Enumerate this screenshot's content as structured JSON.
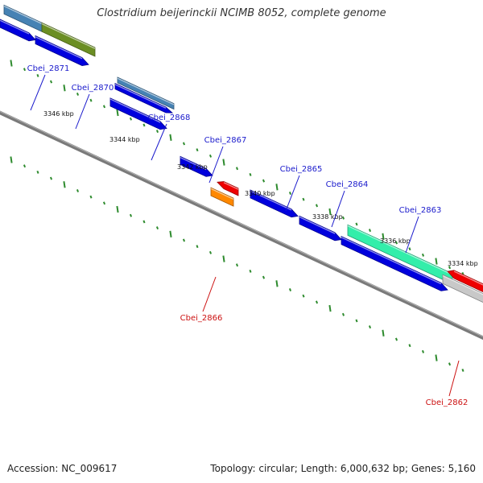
{
  "title": "Clostridium beijerinckii NCIMB 8052, complete genome",
  "accession_label": "Accession: NC_009617",
  "topology_label": "Topology: circular; Length: 6,000,632 bp; Genes: 5,160",
  "colors": {
    "backbone": "#7a7a7a",
    "tick": "#2e8b2e",
    "cds_forward": "#0000dd",
    "label_forward": "#1a1acc",
    "label_reverse": "#cc1111",
    "reverse_red": "#ee0000",
    "reverse_orange": "#ff8800",
    "reverse_grey": "#c8c8c8",
    "feature_steel": "#4682b4",
    "feature_olive": "#6b8e23",
    "feature_aqua": "#33eeaa"
  },
  "scale_labels": [
    "3346 kbp",
    "3344 kbp",
    "3342 kbp",
    "3340 kbp",
    "3338 kbp",
    "3336 kbp",
    "3334 kbp"
  ],
  "genes": [
    {
      "label": "Cbei_2871",
      "strand": "forward"
    },
    {
      "label": "Cbei_2870",
      "strand": "forward"
    },
    {
      "label": "Cbei_2868",
      "strand": "forward"
    },
    {
      "label": "Cbei_2867",
      "strand": "forward"
    },
    {
      "label": "Cbei_2866",
      "strand": "reverse"
    },
    {
      "label": "Cbei_2865",
      "strand": "forward"
    },
    {
      "label": "Cbei_2864",
      "strand": "forward"
    },
    {
      "label": "Cbei_2863",
      "strand": "forward"
    },
    {
      "label": "Cbei_2862",
      "strand": "reverse"
    }
  ]
}
